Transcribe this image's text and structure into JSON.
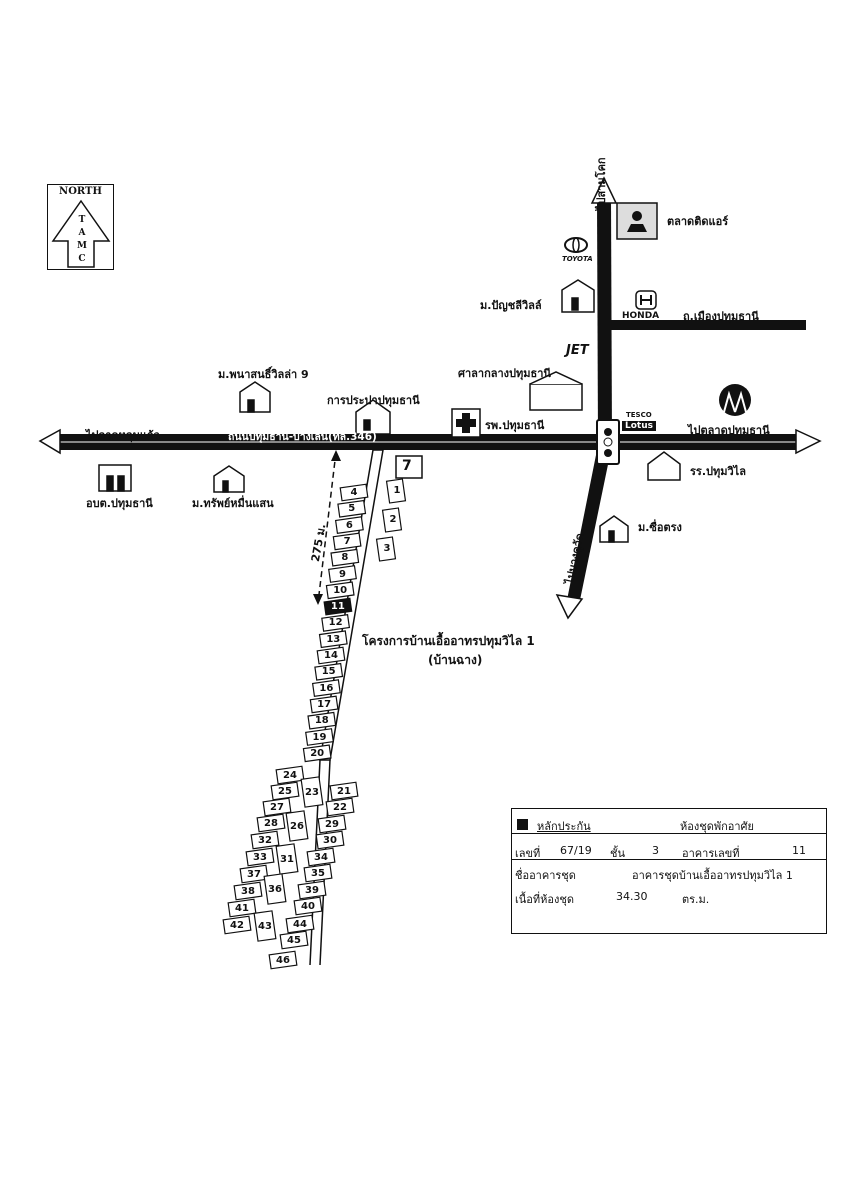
{
  "north": {
    "title": "NORTH",
    "letters": [
      "T",
      "A",
      "M",
      "C"
    ]
  },
  "roads": {
    "main_road": "ถนนปทุมธานี-บางเลน(ทล.346)",
    "to_west": "ไปลาดหลุมแก้ว",
    "to_east": "ไปตลาดปทุมธานี",
    "to_north": "ไปสามโคก",
    "to_south": "ไปบางคูวัด",
    "side_road": "ถ.เมืองปทุมธานี",
    "distance": "275 ม."
  },
  "landmarks": {
    "talad_tid_air": "ตลาดติดแอร์",
    "toyota": "TOYOTA",
    "honda": "HONDA",
    "jet": "JET",
    "ban_panya_villa": "ม.ปัญชลีวิลล์",
    "provincial_hall": "ศาลากลางปทุมธานี",
    "hospital": "รพ.ปทุมธานี",
    "waterworks": "การประปาปทุมธานี",
    "panasin_villa": "ม.พนาสนธิ์วิลล่า 9",
    "tesco": "TESCO",
    "lotus": "Lotus",
    "seven_eleven": "7",
    "obt": "อบต.ปทุมธานี",
    "sup_muen_saen": "ม.ทรัพย์หมื่นแสน",
    "pathum_wilai_school": "รร.ปทุมวิไล",
    "ban_sue_trong": "ม.ซื่อตรง",
    "project_name": "โครงการบ้านเอื้ออาทรปทุมวิไล 1",
    "project_sub": "(บ้านฉาง)"
  },
  "lots": {
    "east_small": [
      "1",
      "2",
      "3"
    ],
    "row_a": [
      "4",
      "5",
      "6",
      "7",
      "8",
      "9",
      "10",
      "11",
      "12",
      "13",
      "14",
      "15",
      "16",
      "17",
      "18",
      "19",
      "20"
    ],
    "highlight": "11",
    "lower": [
      "24",
      "25",
      "23",
      "21",
      "27",
      "22",
      "28",
      "26",
      "29",
      "32",
      "30",
      "33",
      "31",
      "34",
      "35",
      "37",
      "38",
      "36",
      "39",
      "40",
      "41",
      "42",
      "43",
      "44",
      "45",
      "46"
    ]
  },
  "info": {
    "collateral_label": "หลักประกัน",
    "type": "ห้องชุดพักอาศัย",
    "number_label": "เลขที่",
    "number": "67/19",
    "floor_label": "ชั้น",
    "floor": "3",
    "building_label": "อาคารเลขที่",
    "building": "11",
    "condo_name_label": "ชื่ออาคารชุด",
    "condo_name": "อาคารชุดบ้านเอื้ออาทรปทุมวิไล 1",
    "area_label": "เนื้อที่ห้องชุด",
    "area": "34.30",
    "area_unit": "ตร.ม."
  }
}
